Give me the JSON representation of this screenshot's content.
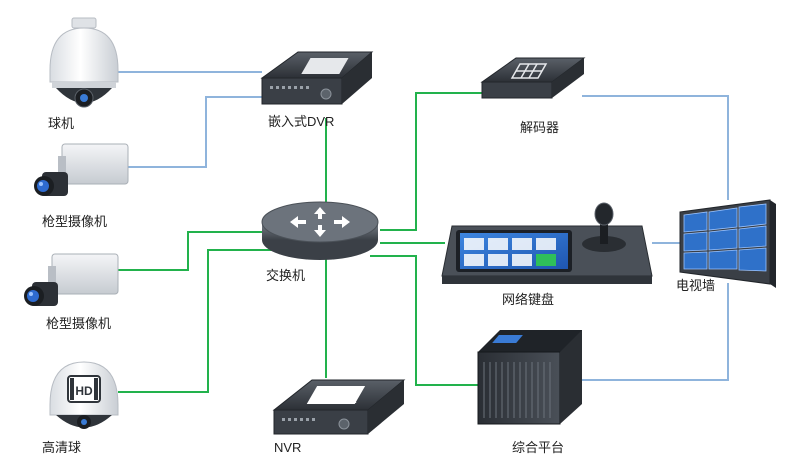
{
  "colors": {
    "link_blue": "#8fb4dc",
    "link_green": "#22b24c",
    "device_dark": "#3a3f46",
    "device_mid": "#545b64",
    "device_light": "#8b939c",
    "screen_blue": "#2d6fd0",
    "wall_cell": "#2f71c9"
  },
  "nodes": {
    "dome_camera": {
      "label": "球机",
      "icon": "ptz-dome-camera-icon"
    },
    "embedded_dvr": {
      "label": "嵌入式DVR",
      "icon": "dvr-icon"
    },
    "bullet_camera_1": {
      "label": "枪型摄像机",
      "icon": "bullet-camera-icon"
    },
    "switch": {
      "label": "交换机",
      "icon": "network-switch-icon"
    },
    "bullet_camera_2": {
      "label": "枪型摄像机",
      "icon": "bullet-camera-icon"
    },
    "hd_dome": {
      "label": "高清球",
      "icon": "hd-dome-camera-icon",
      "badge": "HD"
    },
    "nvr": {
      "label": "NVR",
      "icon": "nvr-icon",
      "badge": "NVR"
    },
    "decoder": {
      "label": "解码器",
      "icon": "decoder-icon"
    },
    "keyboard": {
      "label": "网络键盘",
      "icon": "network-keyboard-icon"
    },
    "platform": {
      "label": "综合平台",
      "icon": "server-rack-icon"
    },
    "video_wall": {
      "label": "电视墙",
      "icon": "video-wall-icon"
    }
  }
}
